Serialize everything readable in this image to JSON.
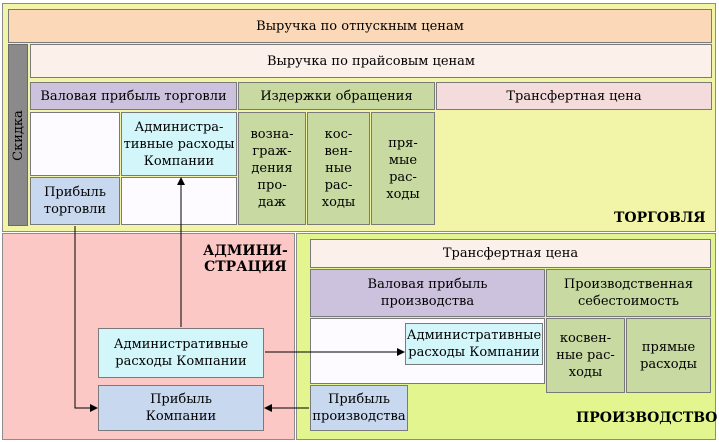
{
  "colors": {
    "trade_zone": "#f2f5a8",
    "admin_zone": "#fcc8c6",
    "prod_zone": "#e3f58e",
    "peach": "#fad8b8",
    "light_pink": "#fbf0ea",
    "lavender": "#cdc2de",
    "green": "#c8d9a2",
    "pale_pink": "#f4dcdc",
    "cyan": "#d2f6fa",
    "blue": "#c8d8ee",
    "white": "#fdfbff",
    "skidka_bar": "#8a8a8a"
  },
  "trade": {
    "revenue_vacation_prices": "Выручка по отпускным ценам",
    "revenue_list_prices": "Выручка по прайсовым ценам",
    "discount": "Скидка",
    "gross_profit_trade": "Валовая прибыль торговли",
    "distribution_costs": "Издержки обращения",
    "transfer_price": "Трансфертная цена",
    "admin_expenses": "Администра-\nтивные расходы\nКомпании",
    "sales_fee": "возна-\nграж-\nдения\nпро-\nдаж",
    "indirect": "кос-\nвен-\nные\nрас-\nходы",
    "direct": "пря-\nмые\nрас-\nходы",
    "trade_profit": "Прибыль\nторговли",
    "section_label": "ТОРГОВЛЯ"
  },
  "admin": {
    "section_label": "АДМИНИ-\nСТРАЦИЯ",
    "admin_expenses": "Административные\nрасходы Компании",
    "company_profit": "Прибыль\nКомпании"
  },
  "production": {
    "transfer_price": "Трансфертная цена",
    "gross_profit_production": "Валовая прибыль\nпроизводства",
    "production_cost": "Производственная\nсебестоимость",
    "admin_expenses": "Административные\nрасходы Компании",
    "indirect": "косвен-\nные рас-\nходы",
    "direct": "прямые\nрасходы",
    "production_profit": "Прибыль\nпроизводства",
    "section_label": "ПРОИЗВОДСТВО"
  }
}
